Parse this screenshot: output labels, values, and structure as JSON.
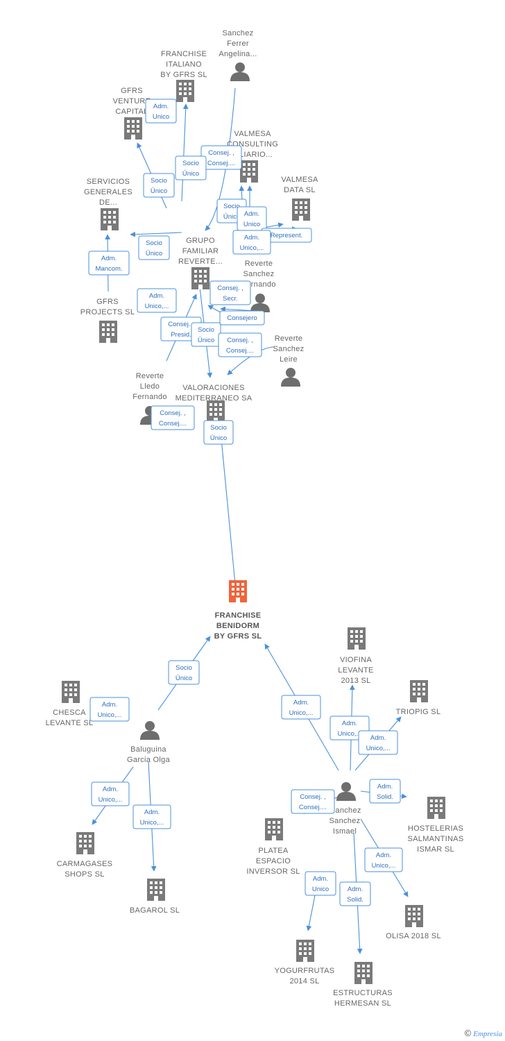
{
  "colors": {
    "edge": "#4a90d9",
    "company": "#7a7a7a",
    "person": "#6e6e6e",
    "focus": "#f0643c"
  },
  "footer": {
    "copyright": "©",
    "brand": "Empresia"
  },
  "nodes": [
    {
      "id": "focus",
      "type": "company",
      "focus": true,
      "label": [
        "FRANCHISE",
        "BENIDORM",
        "BY GFRS  SL"
      ]
    },
    {
      "id": "sanchez_ferrer",
      "type": "person",
      "label": [
        "Sanchez",
        "Ferrer",
        "Angelina..."
      ]
    },
    {
      "id": "franchise_italiano",
      "type": "company",
      "label": [
        "FRANCHISE",
        "ITALIANO",
        "BY GFRS  SL"
      ]
    },
    {
      "id": "gfrs_venture",
      "type": "company",
      "label": [
        "GFRS",
        "VENTURE",
        "CAPITAL"
      ]
    },
    {
      "id": "valmesa_consulting",
      "type": "company",
      "label": [
        "VALMESA",
        "CONSULTING",
        "...LIARIO..."
      ]
    },
    {
      "id": "valmesa_data",
      "type": "company",
      "label": [
        "VALMESA",
        "DATA  SL"
      ]
    },
    {
      "id": "servicios_generales",
      "type": "company",
      "label": [
        "SERVICIOS",
        "GENERALES",
        "DE..."
      ]
    },
    {
      "id": "grupo_familiar",
      "type": "company",
      "label": [
        "GRUPO",
        "FAMILIAR",
        "REVERTE..."
      ]
    },
    {
      "id": "reverte_fernando",
      "type": "person",
      "label": [
        "Reverte",
        "Sanchez",
        "Fernando"
      ]
    },
    {
      "id": "gfrs_projects",
      "type": "company",
      "label": [
        "GFRS",
        "PROJECTS  SL"
      ]
    },
    {
      "id": "reverte_leire",
      "type": "person",
      "label": [
        "Reverte",
        "Sanchez",
        "Leire"
      ]
    },
    {
      "id": "reverte_lledo",
      "type": "person",
      "label": [
        "Reverte",
        "Lledo",
        "Fernando"
      ]
    },
    {
      "id": "valoraciones",
      "type": "company",
      "label": [
        "VALORACIONES",
        "MEDITERRANEO SA"
      ]
    },
    {
      "id": "chesca",
      "type": "company",
      "label": [
        "CHESCA",
        "LEVANTE  SL"
      ]
    },
    {
      "id": "baluguina",
      "type": "person",
      "label": [
        "Baluguina",
        "Garcia Olga"
      ]
    },
    {
      "id": "carmagases",
      "type": "company",
      "label": [
        "CARMAGASES",
        "SHOPS  SL"
      ]
    },
    {
      "id": "bagarol",
      "type": "company",
      "label": [
        "BAGAROL SL"
      ]
    },
    {
      "id": "viofina",
      "type": "company",
      "label": [
        "VIOFINA",
        "LEVANTE",
        "2013 SL"
      ]
    },
    {
      "id": "triopig",
      "type": "company",
      "label": [
        "TRIOPIG  SL"
      ]
    },
    {
      "id": "sanchez_ismael",
      "type": "person",
      "label": [
        "...anchez",
        "Sanchez",
        "Ismael"
      ]
    },
    {
      "id": "platea",
      "type": "company",
      "label": [
        "PLATEA",
        "ESPACIO",
        "INVERSOR  SL"
      ]
    },
    {
      "id": "hostelerias",
      "type": "company",
      "label": [
        "HOSTELERIAS",
        "SALMANTINAS",
        "ISMAR  SL"
      ]
    },
    {
      "id": "olisa",
      "type": "company",
      "label": [
        "OLISA 2018  SL"
      ]
    },
    {
      "id": "yogurfrutas",
      "type": "company",
      "label": [
        "YOGURFRUTAS",
        "2014  SL"
      ]
    },
    {
      "id": "estructuras",
      "type": "company",
      "label": [
        "ESTRUCTURAS",
        "HERMESAN  SL"
      ]
    }
  ],
  "edge_labels": [
    [
      "Adm.",
      "Unico"
    ],
    [
      "Consej. ,",
      "Consej...."
    ],
    [
      "Socio",
      "Único"
    ],
    [
      "Socio",
      "Único"
    ],
    [
      "Socio",
      "Único"
    ],
    [
      "Adm.",
      "Unico"
    ],
    [
      "Represent."
    ],
    [
      "Adm.",
      "Unico,..."
    ],
    [
      "Socio",
      "Único"
    ],
    [
      "Adm.",
      "Mancom."
    ],
    [
      "Adm.",
      "Unico,..."
    ],
    [
      "Consej. ,",
      "Secr."
    ],
    [
      "Consejero"
    ],
    [
      "Consej. ,",
      "Presid."
    ],
    [
      "Socio",
      "Único"
    ],
    [
      "Consej. ,",
      "Consej...."
    ],
    [
      "Consej. ,",
      "Consej...."
    ],
    [
      "Socio",
      "Único"
    ],
    [
      "Socio",
      "Único"
    ],
    [
      "Adm.",
      "Unico,..."
    ],
    [
      "Adm.",
      "Unico,..."
    ],
    [
      "Adm.",
      "Unico,..."
    ],
    [
      "Adm.",
      "Unico,..."
    ],
    [
      "Adm.",
      "Unico,..."
    ],
    [
      "Adm.",
      "Unico,..."
    ],
    [
      "Adm.",
      "Solid."
    ],
    [
      "Consej. ,",
      "Consej...."
    ],
    [
      "Adm.",
      "Unico,..."
    ],
    [
      "Adm.",
      "Unico"
    ],
    [
      "Adm.",
      "Solid."
    ]
  ]
}
